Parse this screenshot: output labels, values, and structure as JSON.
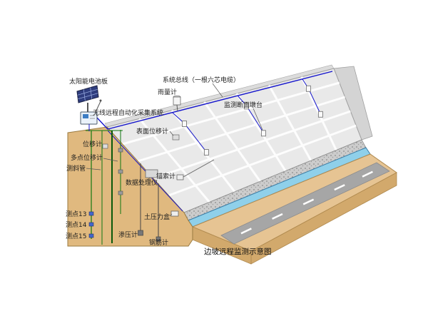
{
  "caption": "边坡远程监测示意图",
  "labels": {
    "solar_panel": "太阳能电池板",
    "wireless_system": "无线远程自动化采集系统",
    "system_bus": "系统总线（一根六芯电缆）",
    "rain_gauge": "雨量计",
    "monitor_pier": "监测断面墩台",
    "surface_disp_meter": "表面位移计",
    "disp_meter": "位移计",
    "multi_point_disp_meter": "多点位移计",
    "inclinometer_tube": "测斜管",
    "data_processor": "数据处理仪",
    "anchor_cable_meter": "锚索计",
    "point_13": "测点13",
    "point_14": "测点14",
    "point_15": "测点15",
    "earth_pressure_cell": "土压力盒",
    "piezometer": "渗压计",
    "rebar_meter": "钢筋计"
  },
  "colors": {
    "soil_front": "#E0B97F",
    "ground_top": "#E6C493",
    "ground_front": "#D2A96C",
    "slope_face": "#E9E9E9",
    "grid_line": "#FFFFFF",
    "cable_blue": "#1515CC",
    "borehole_green": "#117711",
    "channel_blue": "#8FD0EA",
    "road_gray": "#A6A6A6",
    "riprap_gray": "#CCCCCC",
    "solar_blue": "#2F3D7E"
  }
}
